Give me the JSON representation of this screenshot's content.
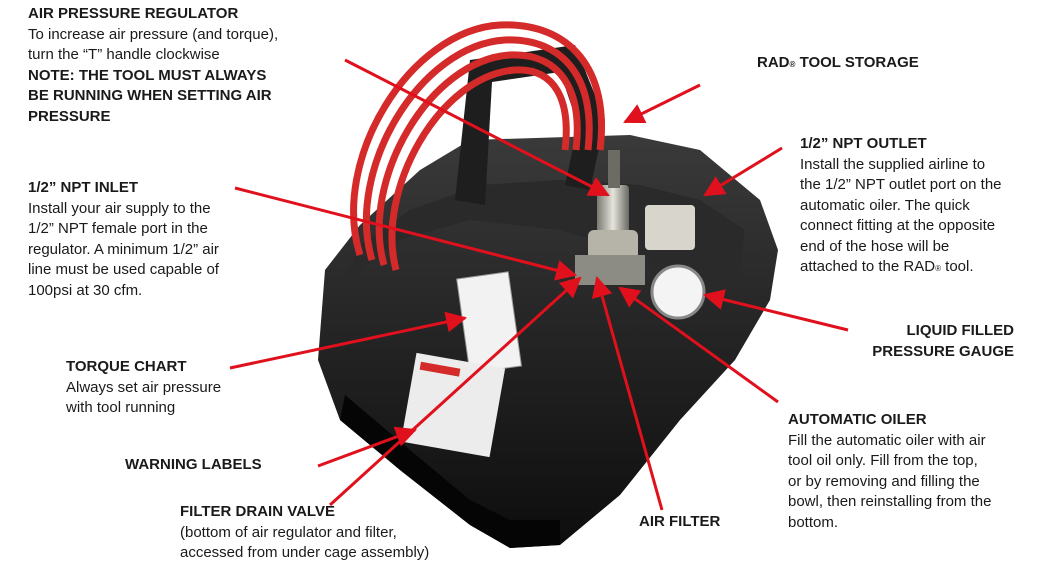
{
  "labels": {
    "regulator": {
      "title": "AIR PRESSURE REGULATOR",
      "lines": [
        "To increase air pressure (and torque),",
        "turn the “T” handle clockwise"
      ],
      "note": [
        "NOTE: THE TOOL MUST ALWAYS",
        "BE RUNNING WHEN SETTING AIR",
        "PRESSURE"
      ]
    },
    "storage": {
      "title_pre": "RAD",
      "title_sup": "®",
      "title_post": " TOOL STORAGE"
    },
    "inlet": {
      "title": "1/2” NPT INLET",
      "lines": [
        "Install your air supply to the",
        "1/2” NPT female port in the",
        "regulator.  A minimum 1/2” air",
        "line must be used capable of",
        "100psi at 30 cfm."
      ]
    },
    "outlet": {
      "title": "1/2” NPT OUTLET",
      "lines": [
        "Install the supplied airline to",
        "the 1/2” NPT outlet port on the",
        "automatic oiler.  The quick",
        "connect fitting at the opposite",
        "end of the hose will be"
      ],
      "last_pre": "attached to the RAD",
      "last_sup": "®",
      "last_post": " tool."
    },
    "gauge": {
      "lines": [
        "LIQUID FILLED",
        "PRESSURE GAUGE"
      ]
    },
    "torque": {
      "title": "TORQUE CHART",
      "lines": [
        "Always set air pressure",
        "with tool running"
      ]
    },
    "oiler": {
      "title": "AUTOMATIC OILER",
      "lines": [
        "Fill the automatic oiler with air",
        "tool oil only.  Fill from the top,",
        "or by removing and filling the",
        "bowl, then reinstalling from the",
        "bottom."
      ]
    },
    "warning": {
      "title": "WARNING LABELS"
    },
    "drain": {
      "title": "FILTER DRAIN VALVE",
      "lines": [
        "(bottom of air regulator and filter,",
        "accessed from under cage assembly)"
      ]
    },
    "filter": {
      "title": "AIR FILTER"
    }
  },
  "colors": {
    "arrow": "#e0101c",
    "body": "#161616",
    "hose": "#d42a2a",
    "text": "#1a1a1a"
  }
}
